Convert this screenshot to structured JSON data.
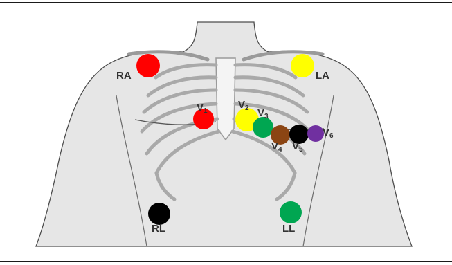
{
  "colors": {
    "red": "#ff0000",
    "yellow": "#ffff00",
    "green": "#00a651",
    "brown": "#8b4513",
    "black": "#000000",
    "purple": "#7030a0",
    "torso": "#e6e6e6",
    "outline": "#4d4d4d"
  },
  "electrodes": [
    {
      "id": "RA",
      "label": "RA",
      "color": "red"
    },
    {
      "id": "LA",
      "label": "LA",
      "color": "yellow"
    },
    {
      "id": "V1",
      "label": "V",
      "sub": "1",
      "color": "red"
    },
    {
      "id": "V2",
      "label": "V",
      "sub": "2",
      "color": "yellow"
    },
    {
      "id": "V3",
      "label": "V",
      "sub": "3",
      "color": "green"
    },
    {
      "id": "V4",
      "label": "V",
      "sub": "4",
      "color": "brown"
    },
    {
      "id": "V5",
      "label": "V",
      "sub": "5",
      "color": "black"
    },
    {
      "id": "V6",
      "label": "V",
      "sub": "6",
      "color": "purple"
    },
    {
      "id": "RL",
      "label": "RL",
      "color": "black"
    },
    {
      "id": "LL",
      "label": "LL",
      "color": "green"
    }
  ]
}
